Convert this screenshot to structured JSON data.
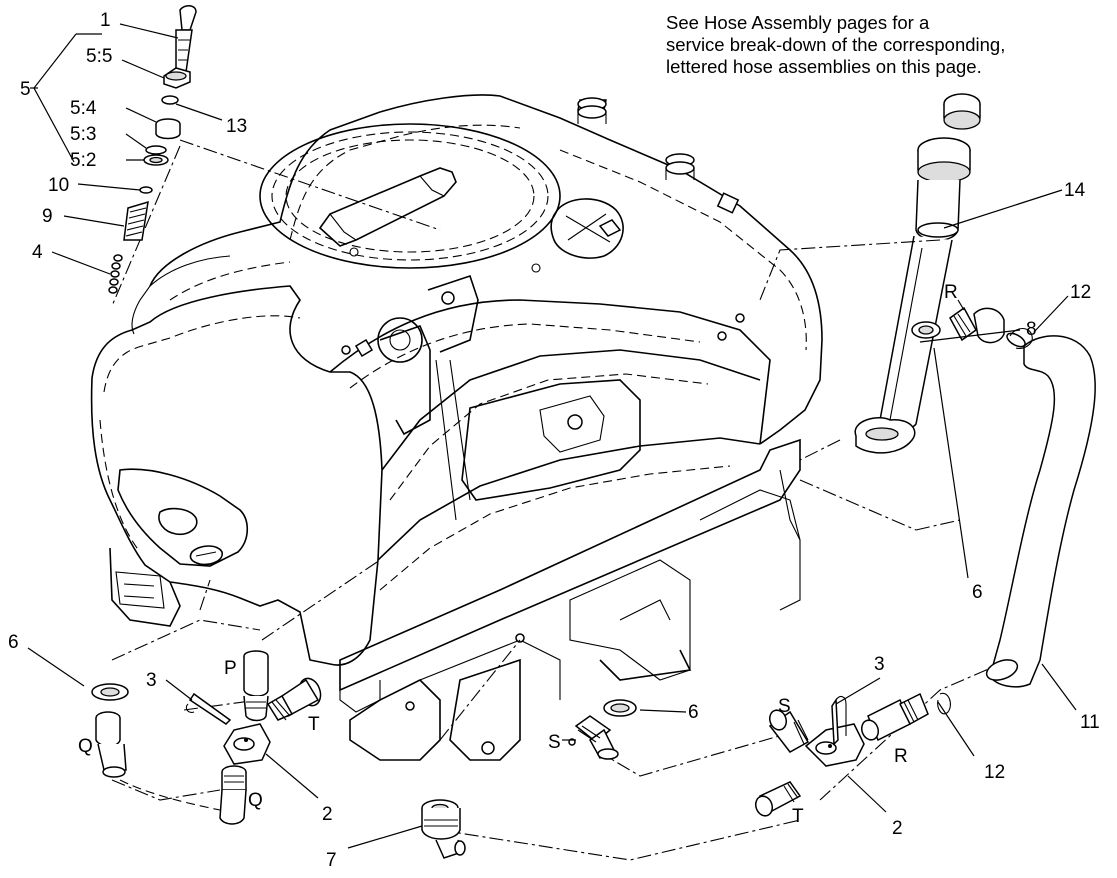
{
  "note": {
    "line1": "See Hose Assembly pages for a",
    "line2": "service break-down of the corresponding,",
    "line3": "lettered hose assemblies on this page."
  },
  "callouts": {
    "c1": "1",
    "c5_5": "5:5",
    "c5": "5",
    "c5_4": "5:4",
    "c13": "13",
    "c5_3": "5:3",
    "c5_2": "5:2",
    "c10": "10",
    "c9": "9",
    "c4": "4",
    "c14": "14",
    "c8": "8",
    "cR_top": "R",
    "c12_top": "12",
    "c6_right": "6",
    "c11": "11",
    "c6_left": "6",
    "c3_left": "3",
    "cP": "P",
    "cT_left": "T",
    "cQ_upper": "Q",
    "cQ_lower": "Q",
    "c2_left": "2",
    "c6_mid": "6",
    "cS_mid": "S",
    "c3_right": "3",
    "cS_right": "S",
    "cR_right": "R",
    "c12_bottom": "12",
    "cT_right": "T",
    "c2_right": "2",
    "c7": "7"
  }
}
